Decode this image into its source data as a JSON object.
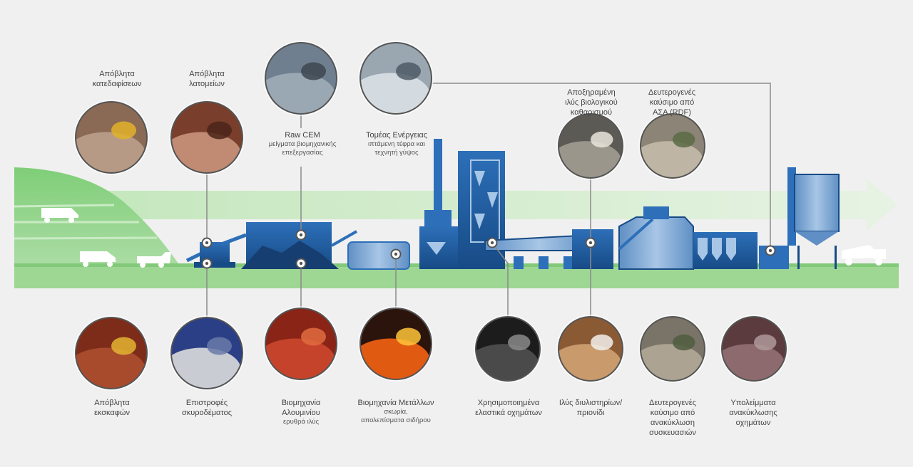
{
  "colors": {
    "background": "#f0f0f0",
    "ground_green": "#8fd18a",
    "plant_blue": "#1f5fa8",
    "plant_light_blue": "#8fb6dd",
    "connector_grey": "#8a8a8a"
  },
  "sources_top": [
    {
      "id": "demolition",
      "label": "Απόβλητα κατεδαφίσεων",
      "lines": [
        "Απόβλητα",
        "κατεδαφίσεων"
      ],
      "icon": "excavator-photo"
    },
    {
      "id": "quarry",
      "label": "Απόβλητα λατομείων",
      "lines": [
        "Απόβλητα",
        "λατομείων"
      ],
      "icon": "quarry-soil-photo"
    },
    {
      "id": "raw-cem",
      "title": "Raw CEM",
      "sub": [
        "μείγματα βιομηχανικής",
        "επεξεργασίας"
      ],
      "icon": "industrial-plant-photo"
    },
    {
      "id": "energy",
      "title": "Τομέας Ενέργειας",
      "sub": [
        "ιπτάμενη τέφρα και",
        "τεχνητή γύψος"
      ],
      "icon": "power-station-photo"
    },
    {
      "id": "sludge",
      "lines": [
        "Αποξηραμένη",
        "ιλύς βιολογικού",
        "καθαρισμού"
      ],
      "icon": "dried-sludge-photo"
    },
    {
      "id": "rdf",
      "lines": [
        "Δευτερογενές",
        "καύσιμο από",
        "ΑΣΑ (RDF)"
      ],
      "icon": "rdf-fuel-photo"
    }
  ],
  "sources_bottom": [
    {
      "id": "excavation",
      "lines": [
        "Απόβλητα",
        "εκσκαφών"
      ],
      "icon": "excavation-photo"
    },
    {
      "id": "concrete",
      "lines": [
        "Επιστροφές",
        "σκυροδέματος"
      ],
      "icon": "concrete-plant-photo"
    },
    {
      "id": "aluminium",
      "title": [
        "Βιομηχανία",
        "Αλουμινίου"
      ],
      "sub": [
        "ερυθρά ιλύς"
      ],
      "icon": "red-mud-photo"
    },
    {
      "id": "metals",
      "title": [
        "Βιομηχανία Μετάλλων"
      ],
      "sub": [
        "σκωρία,",
        "απολεπίσματα σιδήρου"
      ],
      "icon": "molten-metal-photo"
    },
    {
      "id": "tyres",
      "lines": [
        "Χρησιμοποιημένα",
        "ελαστικά οχημάτων"
      ],
      "icon": "tyres-photo"
    },
    {
      "id": "sawdust",
      "lines": [
        "Ιλύς διυλιστηρίων/",
        "πριονίδι"
      ],
      "icon": "sawdust-photo"
    },
    {
      "id": "packaging",
      "lines": [
        "Δευτερογενές",
        "καύσιμο από",
        "ανακύκλωση",
        "συσκευασιών"
      ],
      "icon": "packaging-fuel-photo"
    },
    {
      "id": "vehicles",
      "lines": [
        "Υπολείμματα",
        "ανακύκλωσης",
        "οχημάτων"
      ],
      "icon": "vehicle-residue-photo"
    }
  ]
}
